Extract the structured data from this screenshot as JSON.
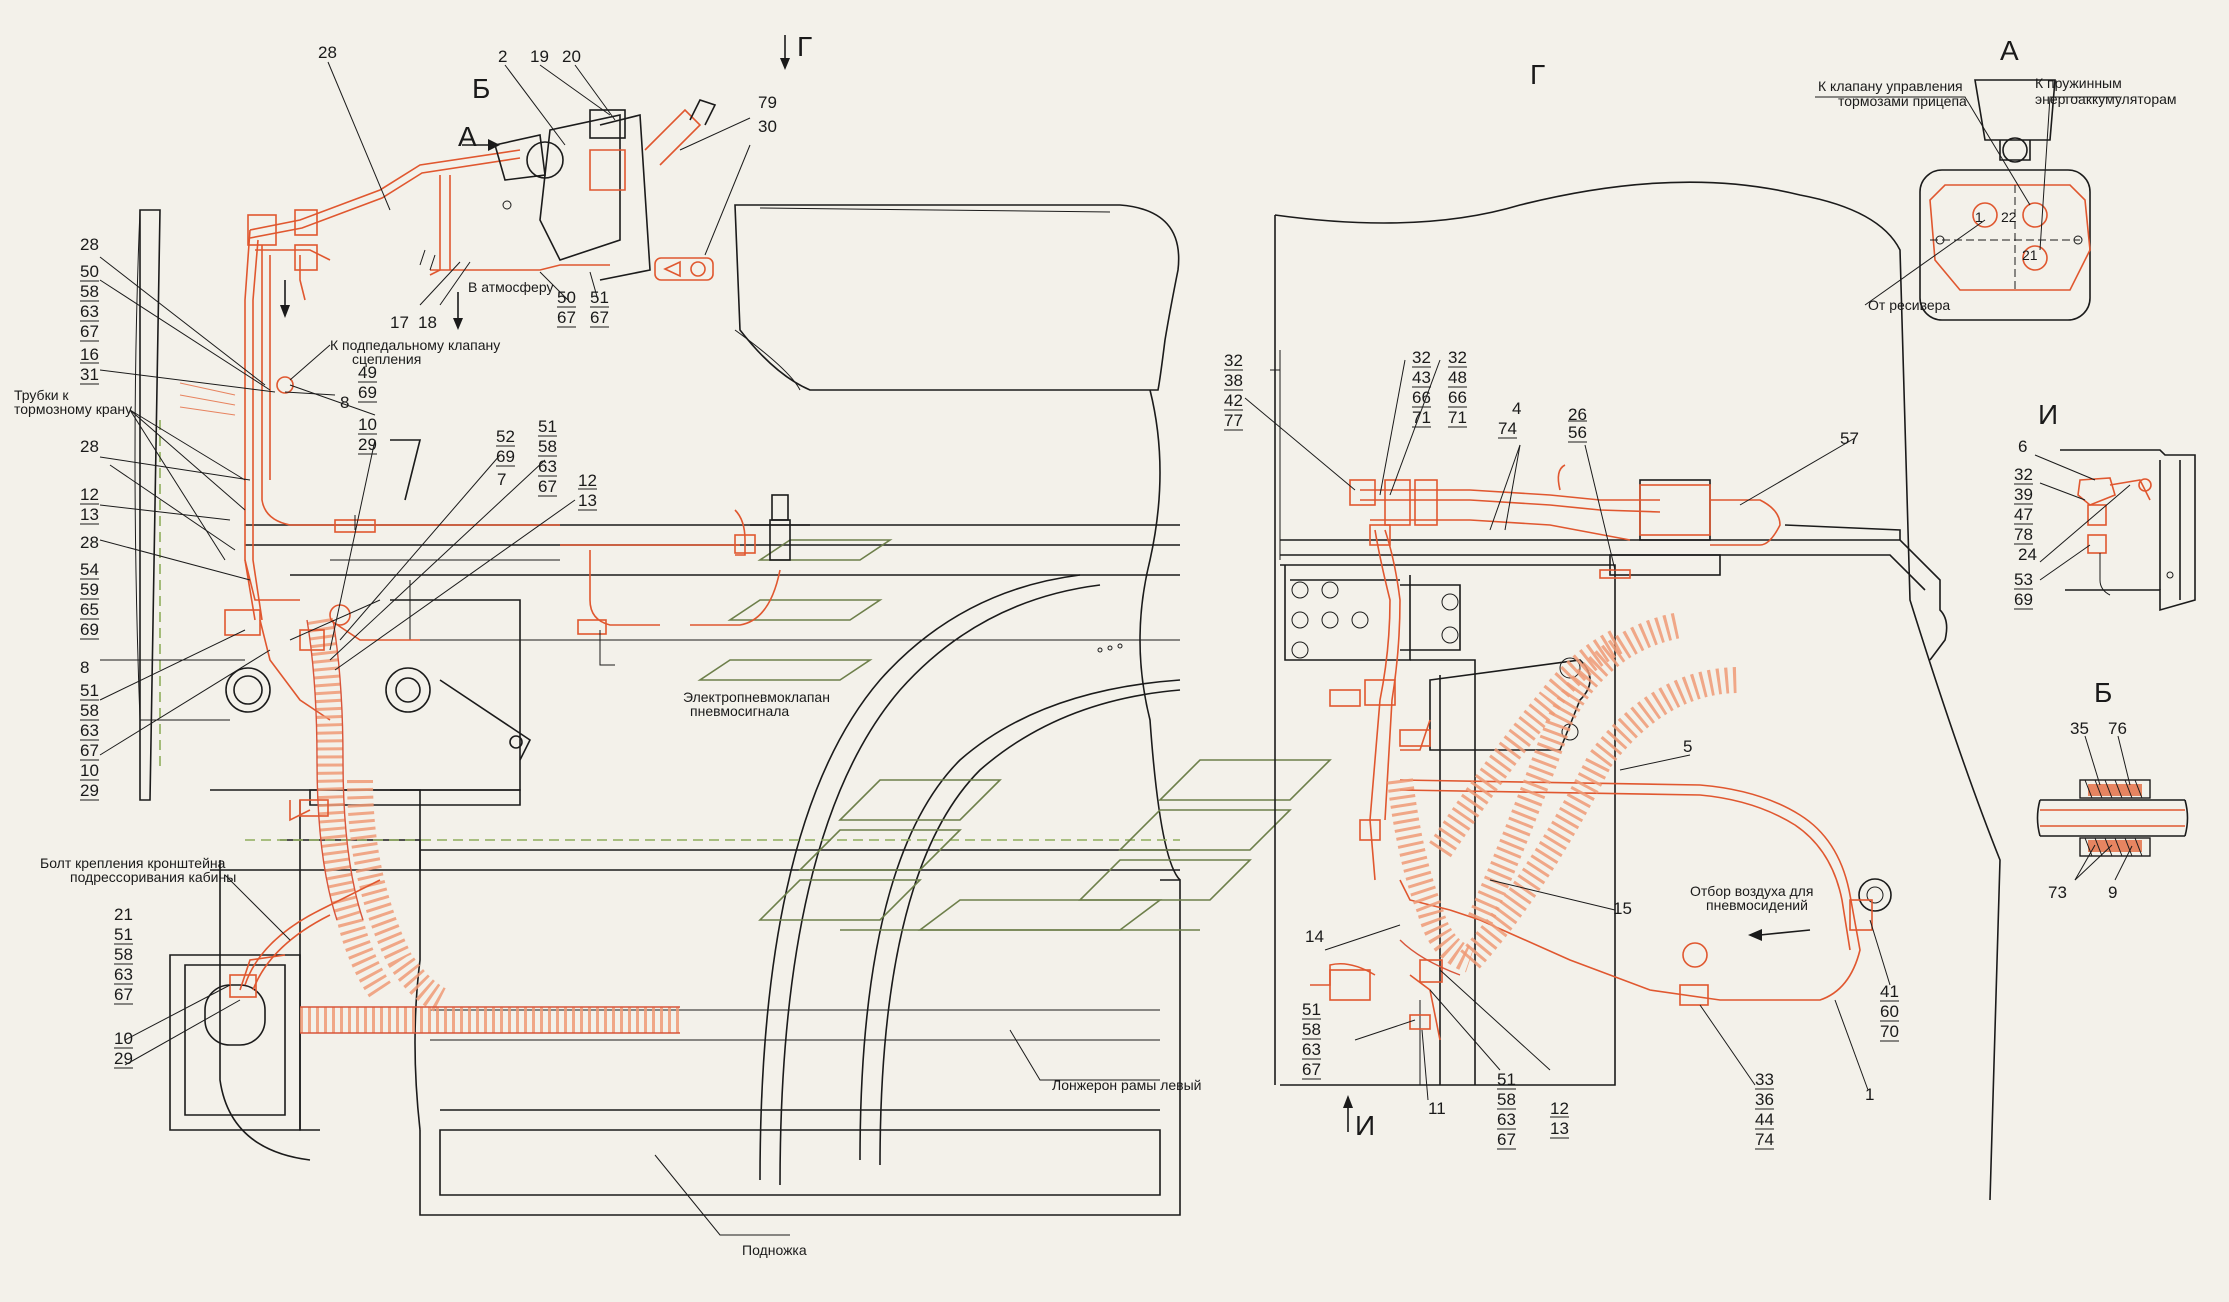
{
  "view_letters": {
    "b_main": "Б",
    "a_main": "А",
    "g_top": "Г",
    "g_right": "Г",
    "i_bottom": "И",
    "a_inset": "А",
    "i_inset": "И",
    "b_inset": "Б"
  },
  "captions": {
    "atmosphere": "В атмосферу",
    "clutch_valve_1": "К подпедальному клапану",
    "clutch_valve_2": "сцепления",
    "brake_tubes_1": "Трубки к",
    "brake_tubes_2": "тормозному крану",
    "solenoid_1": "Электропневмоклапан",
    "solenoid_2": "пневмосигнала",
    "bolt_1": "Болт крепления кронштейна",
    "bolt_2": "подрессоривания кабины",
    "frame_rail": "Лонжерон рамы левый",
    "step": "Подножка",
    "trailer_valve_1": "К клапану управления",
    "trailer_valve_2": "тормозами прицепа",
    "spring_acc_1": "К пружинным",
    "spring_acc_2": "энергоаккумуляторам",
    "from_receiver": "От ресивера",
    "seat_air_1": "Отбор воздуха для",
    "seat_air_2": "пневмосидений"
  },
  "single_labels": [
    {
      "id": "n28a",
      "text": "28"
    },
    {
      "id": "n2",
      "text": "2"
    },
    {
      "id": "n19",
      "text": "19"
    },
    {
      "id": "n20",
      "text": "20"
    },
    {
      "id": "n79",
      "text": "79"
    },
    {
      "id": "n30",
      "text": "30"
    },
    {
      "id": "n28b",
      "text": "28"
    },
    {
      "id": "n16",
      "text": "16"
    },
    {
      "id": "n8a",
      "text": "8"
    },
    {
      "id": "n17",
      "text": "17"
    },
    {
      "id": "n18",
      "text": "18"
    },
    {
      "id": "n28c",
      "text": "28"
    },
    {
      "id": "n7",
      "text": "7"
    },
    {
      "id": "n12a",
      "text": "12"
    },
    {
      "id": "n28d",
      "text": "28"
    },
    {
      "id": "n8b",
      "text": "8"
    },
    {
      "id": "n21a",
      "text": "21"
    },
    {
      "id": "n4",
      "text": "4"
    },
    {
      "id": "n26",
      "text": "26"
    },
    {
      "id": "n57",
      "text": "57"
    },
    {
      "id": "n5",
      "text": "5"
    },
    {
      "id": "n15",
      "text": "15"
    },
    {
      "id": "n14",
      "text": "14"
    },
    {
      "id": "n11",
      "text": "11"
    },
    {
      "id": "n12b",
      "text": "12"
    },
    {
      "id": "n1",
      "text": "1"
    },
    {
      "id": "n6",
      "text": "6"
    },
    {
      "id": "n24",
      "text": "24"
    },
    {
      "id": "n35",
      "text": "35"
    },
    {
      "id": "n76",
      "text": "76"
    },
    {
      "id": "n73",
      "text": "73"
    },
    {
      "id": "n9",
      "text": "9"
    },
    {
      "id": "ins21",
      "text": "21"
    },
    {
      "id": "ins22",
      "text": "22"
    },
    {
      "id": "ins1",
      "text": "1"
    }
  ],
  "stacks": [
    {
      "id": "s50",
      "items": [
        "50",
        "58",
        "63",
        "67"
      ]
    },
    {
      "id": "s16",
      "items": [
        "31"
      ]
    },
    {
      "id": "s49",
      "items": [
        "49",
        "69"
      ]
    },
    {
      "id": "s10a",
      "items": [
        "10",
        "29"
      ]
    },
    {
      "id": "s52",
      "items": [
        "52",
        "69"
      ]
    },
    {
      "id": "s51a",
      "items": [
        "51",
        "58",
        "63",
        "67"
      ]
    },
    {
      "id": "s12a",
      "items": [
        "13"
      ]
    },
    {
      "id": "s50b",
      "items": [
        "50",
        "67"
      ]
    },
    {
      "id": "s51b",
      "items": [
        "51",
        "67"
      ]
    },
    {
      "id": "s12b",
      "items": [
        "12",
        "13"
      ]
    },
    {
      "id": "s54",
      "items": [
        "54",
        "59",
        "65",
        "69"
      ]
    },
    {
      "id": "s51c",
      "items": [
        "51",
        "58",
        "63",
        "67"
      ]
    },
    {
      "id": "s10b",
      "items": [
        "10",
        "29"
      ]
    },
    {
      "id": "s21",
      "items": [
        "51",
        "58",
        "63",
        "67"
      ]
    },
    {
      "id": "s10c",
      "items": [
        "10",
        "29"
      ]
    },
    {
      "id": "s32a",
      "items": [
        "32",
        "38",
        "42",
        "77"
      ]
    },
    {
      "id": "s32b",
      "items": [
        "32",
        "43",
        "66",
        "71"
      ]
    },
    {
      "id": "s32c",
      "items": [
        "32",
        "48",
        "66",
        "71"
      ]
    },
    {
      "id": "s4",
      "items": [
        "74"
      ]
    },
    {
      "id": "s26",
      "items": [
        "56"
      ]
    },
    {
      "id": "s51d",
      "items": [
        "51",
        "58",
        "63",
        "67"
      ]
    },
    {
      "id": "s51e",
      "items": [
        "51",
        "58",
        "63",
        "67"
      ]
    },
    {
      "id": "s12c",
      "items": [
        "13"
      ]
    },
    {
      "id": "s33",
      "items": [
        "33",
        "36",
        "44",
        "74"
      ]
    },
    {
      "id": "s41",
      "items": [
        "41",
        "60",
        "70"
      ]
    },
    {
      "id": "s32d",
      "items": [
        "32",
        "39",
        "47",
        "78"
      ]
    },
    {
      "id": "s53",
      "items": [
        "53",
        "69"
      ]
    }
  ]
}
